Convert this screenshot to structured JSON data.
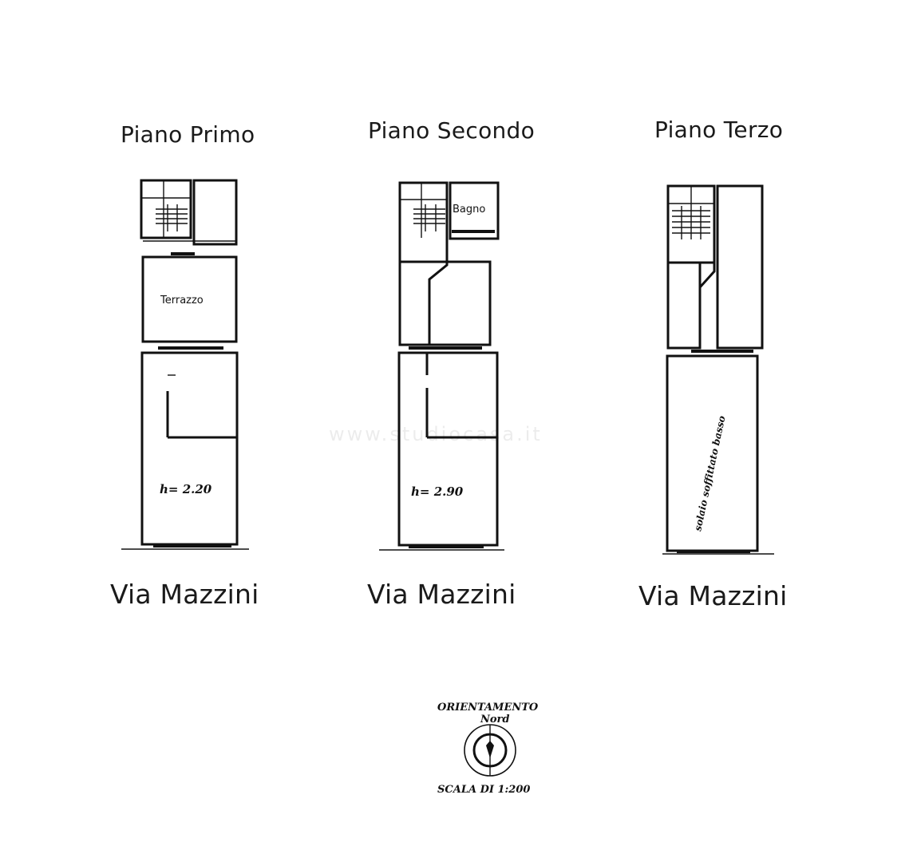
{
  "floors": [
    {
      "title": "Piano Primo",
      "street": "Via Mazzini",
      "rooms": {
        "terrace": "Terrazzo"
      },
      "height_note": "h= 2.20"
    },
    {
      "title": "Piano Secondo",
      "street": "Via Mazzini",
      "rooms": {
        "bathroom": "Bagno"
      },
      "height_note": "h= 2.90"
    },
    {
      "title": "Piano Terzo",
      "street": "Via Mazzini",
      "rooms": {
        "note": "solaio soffittato basso"
      }
    }
  ],
  "compass": {
    "heading": "ORIENTAMENTO",
    "north_label": "Nord",
    "scale_label": "SCALA DI 1:200"
  },
  "watermark": "www.studiocasa.it"
}
